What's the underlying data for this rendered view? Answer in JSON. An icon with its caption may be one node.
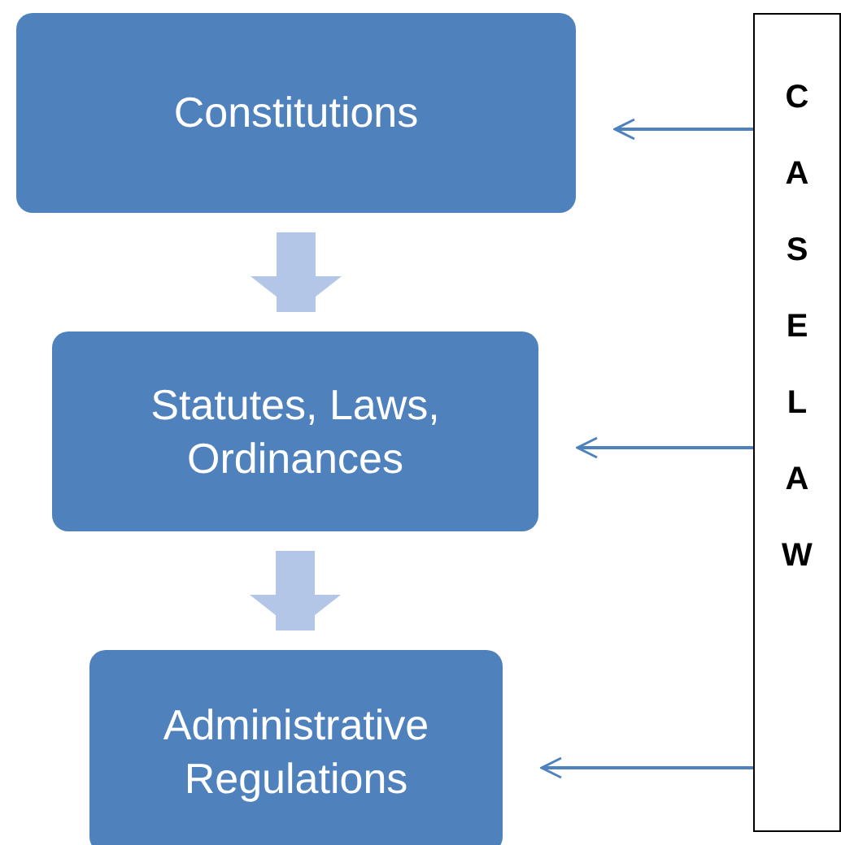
{
  "diagram": {
    "nodes": [
      {
        "text": [
          "Constitutions"
        ]
      },
      {
        "text": [
          "Statutes, Laws, Ordinances"
        ]
      },
      {
        "text": [
          "Administrative Regulations"
        ]
      },
      {
        "text": [
          "CASE LAW"
        ]
      }
    ],
    "edges": [
      {
        "from": 0,
        "to": 1,
        "arrow": "to",
        "style": "thick",
        "color": "#b4c6e7"
      },
      {
        "from": 1,
        "to": 2,
        "arrow": "to",
        "style": "thick",
        "color": "#b4c6e7"
      },
      {
        "from": 3,
        "to": 0,
        "arrow": "to"
      },
      {
        "from": 3,
        "to": 1,
        "arrow": "to"
      },
      {
        "from": 3,
        "to": 2,
        "arrow": "to"
      }
    ]
  }
}
